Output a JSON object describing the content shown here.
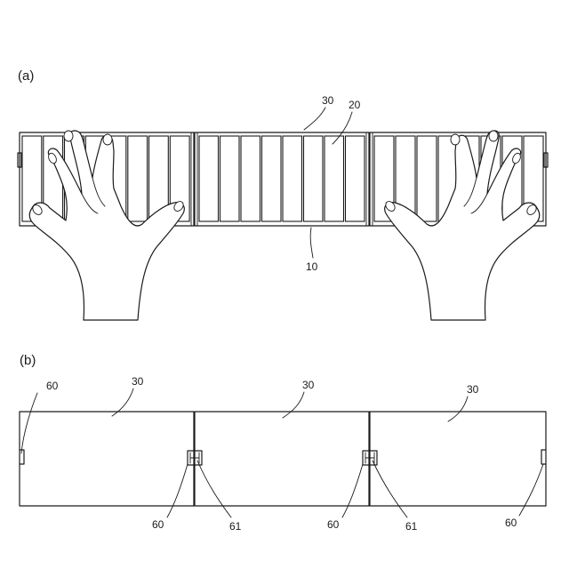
{
  "figure_a": {
    "label": "(a)",
    "refs": {
      "case": "30",
      "key": "20",
      "keyboard": "10"
    }
  },
  "figure_b": {
    "label": "(b)",
    "refs": {
      "case_left": "30",
      "case_middle": "30",
      "case_right": "30",
      "connector_left_end": "60",
      "connector_hinge_1": "60",
      "hinge_1": "61",
      "connector_hinge_2": "60",
      "hinge_2": "61",
      "connector_right_end": "60"
    }
  }
}
